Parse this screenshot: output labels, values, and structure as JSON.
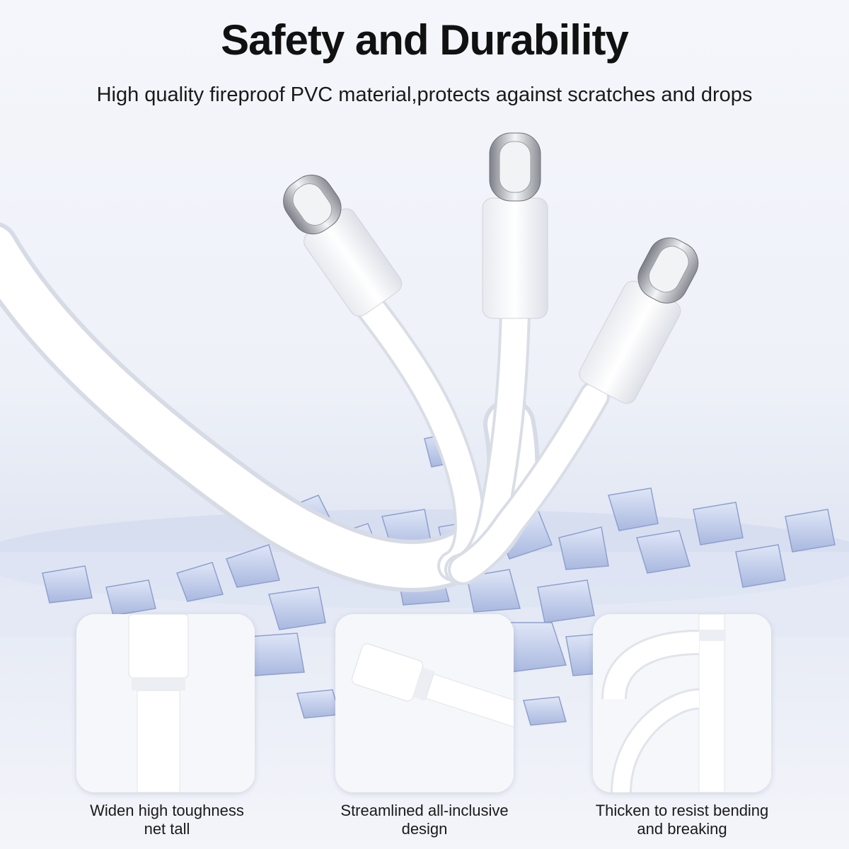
{
  "header": {
    "title": "Safety and Durability",
    "subtitle": "High quality fireproof PVC material,protects against scratches and drops"
  },
  "features": [
    {
      "label_line1": "Widen high toughness",
      "label_line2": "net tall",
      "icon": "cable-strain-relief-closeup"
    },
    {
      "label_line1": "Streamlined all-inclusive",
      "label_line2": "design",
      "icon": "cable-connector-closeup"
    },
    {
      "label_line1": "Thicken to resist bending",
      "label_line2": "and breaking",
      "icon": "cable-bend-closeup"
    }
  ],
  "colors": {
    "background_top": "#f4f6fb",
    "ice_blue": "#b9c6e6",
    "cable_white": "#ffffff",
    "text": "#111111"
  }
}
